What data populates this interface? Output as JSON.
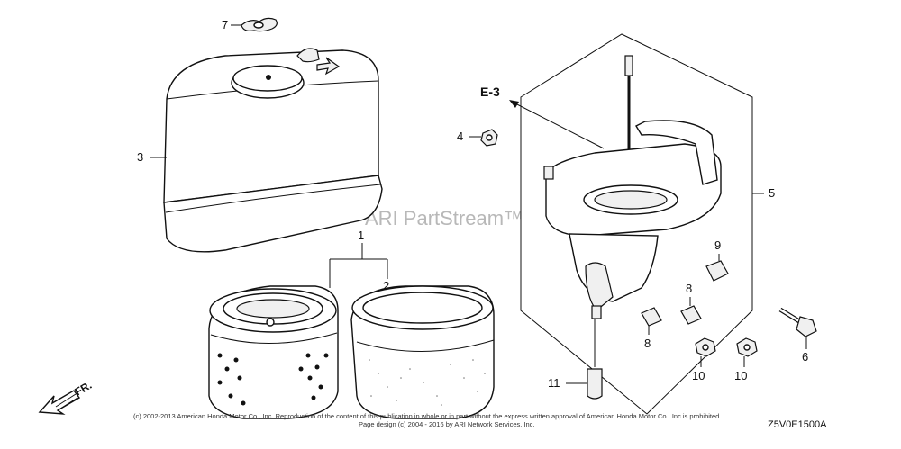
{
  "diagram": {
    "callouts": [
      "7",
      "3",
      "4",
      "1",
      "2",
      "5",
      "9",
      "8",
      "8",
      "6",
      "10",
      "10",
      "11"
    ],
    "ref_label": "E-3",
    "watermark": "ARI PartStream™",
    "copyright_line1": "(c) 2002-2013 American Honda Motor Co., Inc. Reproduction of the content of this publication in whole or in part without the express written approval of American Honda Motor Co., Inc is prohibited.",
    "copyright_line2": "Page design (c) 2004 - 2016 by ARI Network Services, Inc.",
    "drawing_code": "Z5V0E1500A",
    "direction_label": "FR."
  },
  "icons": {
    "front_arrow": "front-direction-arrow-icon"
  }
}
